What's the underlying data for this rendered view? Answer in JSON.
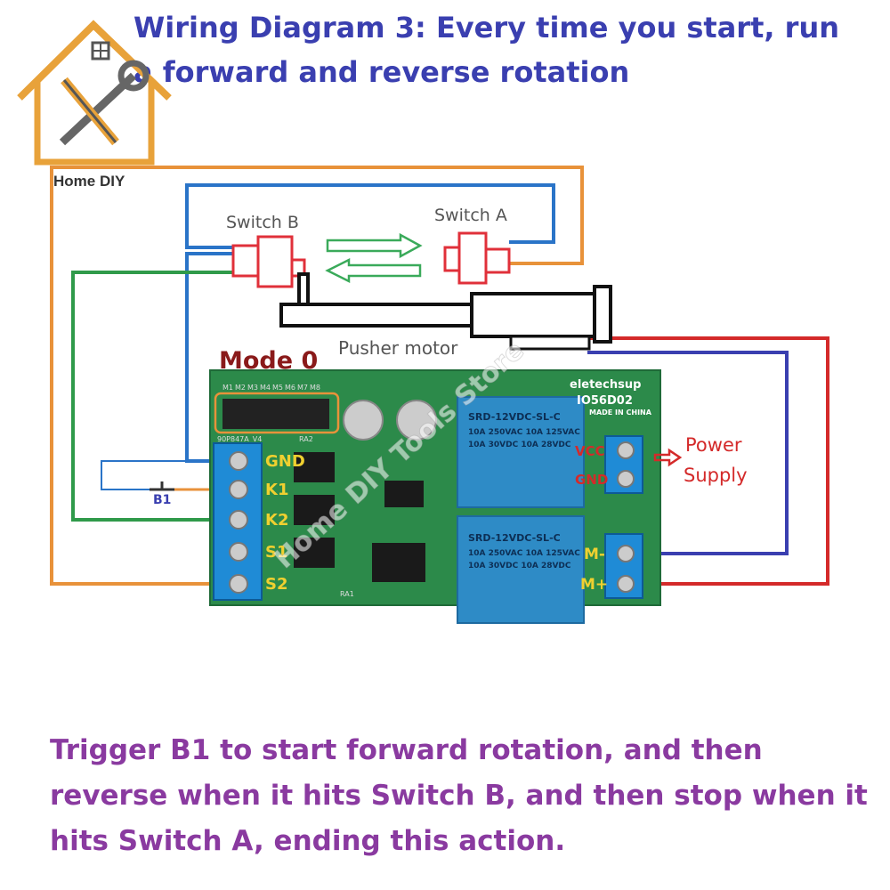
{
  "title": "Wiring Diagram 3: Every time you start, run a forward and reverse rotation",
  "logo": {
    "text": "Home DIY",
    "icon": "house-wrench-icon"
  },
  "labels": {
    "switch_a": "Switch A",
    "switch_b": "Switch B",
    "pusher_motor": "Pusher motor",
    "mode": "Mode 0",
    "b1": "B1",
    "power_supply_line1": "Power",
    "power_supply_line2": "Supply"
  },
  "board": {
    "brand": "eletechsup",
    "model": "IO56D02",
    "relay_text_1": "SRD-12VDC-SL-C",
    "relay_text_2": "SRD-12VDC-SL-C",
    "relay_rating_a": "10A 250VAC  10A 125VAC",
    "relay_rating_b": "10A 30VDC  10A 28VDC",
    "made_in": "MADE IN CHINA",
    "left_terminals": [
      "GND",
      "K1",
      "K2",
      "S1",
      "S2"
    ],
    "right_top_terminals": [
      "VCC",
      "GND"
    ],
    "right_bottom_terminals": [
      "M-",
      "M+"
    ],
    "header_pins": [
      "M1",
      "M2",
      "M3",
      "M4",
      "M5",
      "M6",
      "M7",
      "M8"
    ],
    "header_code": "90P847A_V4",
    "ra2": "RA2",
    "ra1": "RA1",
    "side_labels": [
      "GND",
      "VCC"
    ]
  },
  "watermark": "Home DIY Tools Store",
  "caption": "Trigger B1 to start forward rotation, and then reverse when it hits Switch B, and then stop when it hits Switch A, ending this action.",
  "colors": {
    "title": "#3a3fb0",
    "caption": "#8a3aa0",
    "wire_orange": "#e8923a",
    "wire_blue": "#2a74c8",
    "wire_green": "#2f9a4a",
    "wire_red": "#d42a2a",
    "wire_navy": "#3a3fb0",
    "board_green": "#2c8a4a",
    "relay_blue": "#2e8bc6",
    "switch_red": "#e0303a",
    "mode_red": "#8a1a1a",
    "terminal_blue": "#1f8bd6"
  }
}
